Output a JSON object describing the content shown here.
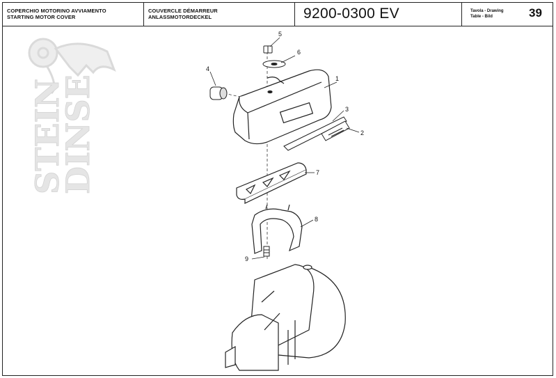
{
  "header": {
    "title_it": "COPERCHIO MOTORINO AVVIAMENTO",
    "title_en": "STARTING MOTOR COVER",
    "title_fr": "COUVERCLE DÉMARREUR",
    "title_de": "ANLASSMOTORDECKEL",
    "part_code": "9200-0300 EV",
    "table_label_1": "Tavola - Drawing",
    "table_label_2": "Table - Bild",
    "table_number": "39"
  },
  "watermark": {
    "line1": "STEIN",
    "line2": "DINSE"
  },
  "callouts": [
    "1",
    "2",
    "3",
    "4",
    "5",
    "6",
    "7",
    "8",
    "9"
  ]
}
